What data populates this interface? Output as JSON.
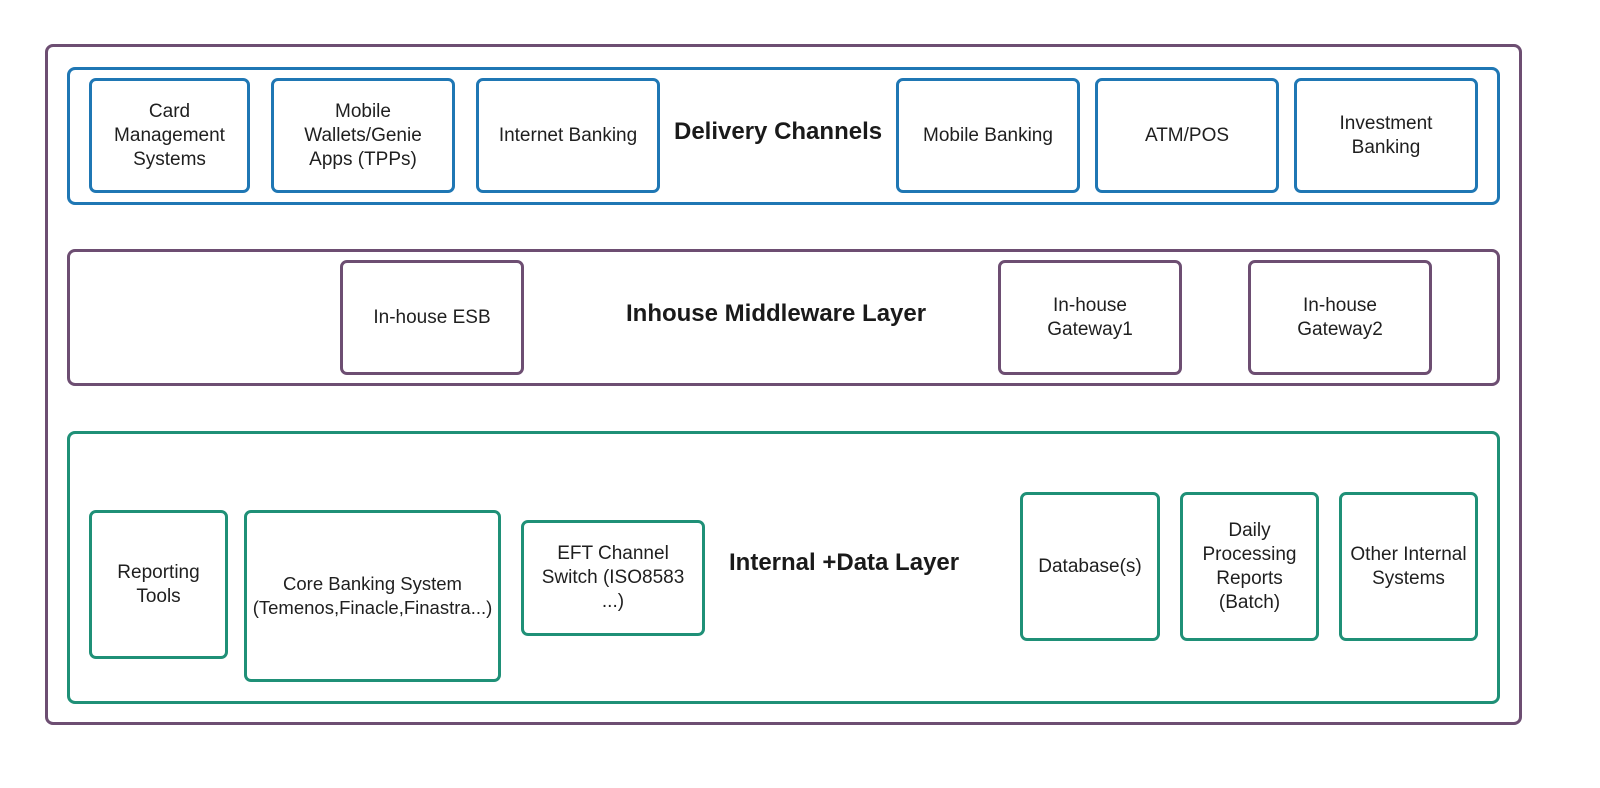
{
  "delivery": {
    "title": "Delivery Channels",
    "boxes": [
      "Card\nManagement\nSystems",
      "Mobile\nWallets/Genie\nApps (TPPs)",
      "Internet Banking",
      "Mobile Banking",
      "ATM/POS",
      "Investment\nBanking"
    ]
  },
  "middleware": {
    "title": "Inhouse Middleware Layer",
    "boxes": [
      "In-house ESB",
      "In-house\nGateway1",
      "In-house\nGateway2"
    ]
  },
  "internal": {
    "title": "Internal +Data Layer",
    "boxes": [
      "Reporting\nTools",
      "Core Banking System\n(Temenos,Finacle,Finastra...)",
      "EFT Channel\nSwitch (ISO8583\n...)",
      "Database(s)",
      "Daily\nProcessing\nReports\n(Batch)",
      "Other Internal\nSystems"
    ]
  },
  "colors": {
    "delivery": "#1f77b4",
    "middleware": "#6d4e72",
    "internal": "#1f9077",
    "outer": "#6d4e72"
  }
}
